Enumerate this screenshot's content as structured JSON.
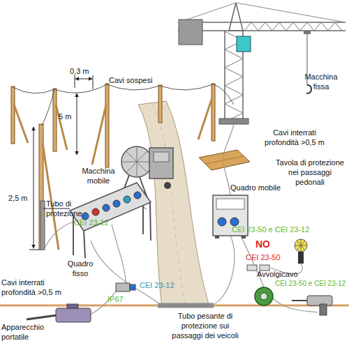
{
  "diagram": {
    "labels": [
      "Macchina fissa",
      "0,3 m",
      "Cavi sospesi",
      "5 m",
      "Cavi interrati profondità >0,5 m",
      "Tavola di protezione nei passaggi pedonali",
      "Macchina mobile",
      "2,5 m",
      "Tubo di protezione",
      "CEI 23-12",
      "Quadro mobile",
      "CEI 23-50 e CEI 23-12",
      "NO",
      "CEI 23-50",
      "Avvolgicavo",
      "CEI 23-50 e CEI 23-12",
      "Quadro fisso",
      "Cavi interrati profondità >0,5 m",
      "CEI 23-12",
      "IP67",
      "Apparecchio portatile",
      "Tubo pesante di protezione sui passaggi dei veicoli"
    ]
  }
}
